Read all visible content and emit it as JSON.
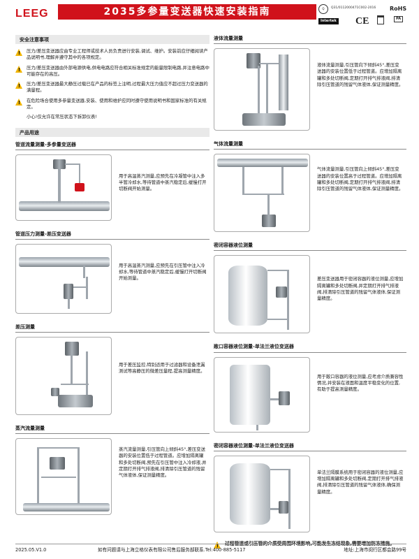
{
  "header": {
    "logo": "LEEG",
    "title": "2035多参量变送器快速安装指南",
    "cert_code": "Q31/0112000471C002-2016",
    "rohs": "RoHS",
    "intertek": "Intertek",
    "ce": "CE",
    "pa": "PA"
  },
  "safety": {
    "heading": "安全注意事项",
    "items": [
      "压力/差压变送器应由专业工程师或技术人员负责进行安装,调试、维护。安装前应仔细阅读产品说明书,理解并遵守其中的各项规定。",
      "压力/差压变送器由外部电源供电,供电电路应符合相关标准规定的能量限制电路,并注意电路中可能存在的高压。",
      "压力/差压变送器最大静压过载已在产品的标签上注明,过程最大压力值应不超过压力变送器的满量程。",
      "在危险场合使用多参量变送器,安装、使用和维护应同时遵守使用说明书和国家标准的有关规定。"
    ],
    "note": "小心!仅允许在常压状态下拆卸仪表!"
  },
  "usage": {
    "heading": "产品用途",
    "left": [
      {
        "title": "管道流量测量-多参量变送器",
        "text": "用于高温蒸汽测量,应预先在冷凝管中注入多半管冷却水,等待管道中蒸汽稳定后,缓慢打开切断阀开始测量。"
      },
      {
        "title": "管道压力测量-差压变送器",
        "text": "用于高温蒸汽测量,应预先在引压管中注入冷却水,等待管道中蒸汽稳定后,缓慢打开切断阀开始测量。"
      },
      {
        "title": "差压测量",
        "text": "用于差压监控,特别适用于过滤器和设备泄漏测试等高静压的微差压量程,提高测量精度。"
      },
      {
        "title": "蒸汽流量测量",
        "text": "蒸汽流量测量,引压管向上倾斜45°,差压变送器的安装位置低于过程管道。应增加隔离罐和多处切断阀,预先在引压管中注入冷却液,并定期打开排气排液阀,排清除引压管道的残留气体液体,保证测量精度。"
      }
    ],
    "right": [
      {
        "title": "液体流量测量",
        "text": "液体流量测量,引压管向下倾斜45°,差压变送器的安装位置低于过程管道。应增加隔离罐和多处切断阀,定期打开排气排液阀,排清除引压管道的残留气体液体,保证测量精度。"
      },
      {
        "title": "气体流量测量",
        "text": "气体流量测量,引压管向上倾斜45°,差压变送器的安装位置高于过程管道。应增加隔离罐和多处切断阀,定期打开排气排液阀,排清除引压管道的残留气体液体,保证测量精度。"
      },
      {
        "title": "密闭容器液位测量",
        "text": "差压变送器用于密闭容器的液位测量,应增加隔离罐和多处切断阀,并定期打开排气排液阀,排清除引压管道的残留气体液体,保证测量精度。"
      },
      {
        "title": "敞口容器液位测量-单法兰液位变送器",
        "text": "用于敞口容器的液位测量,应考虑介质兼容性情况,并安装在液面和温度平稳变化的位置,有助于提高测量精度。"
      },
      {
        "title": "密闭容器液位测量-单法兰液位变送器",
        "text": "单法兰隔膜系统用于密闭容器的液位测量,应增加隔离罐和多处切断阀,定期打开排气排液阀,排清除引压管道的残留气体液体,确保测量精度。"
      }
    ],
    "bottom_warning": "过程管道或引压管的介质受周围环境影响,可能发生冻结现象,需要增加防冻措施。"
  },
  "footer": {
    "version": "2025.05.V1.0",
    "contact": "如有问题请与上海立格仪表有限公司售后服务部联系.Tel:400-885-5117",
    "address": "地址:上海市闵行区都会路99号"
  }
}
